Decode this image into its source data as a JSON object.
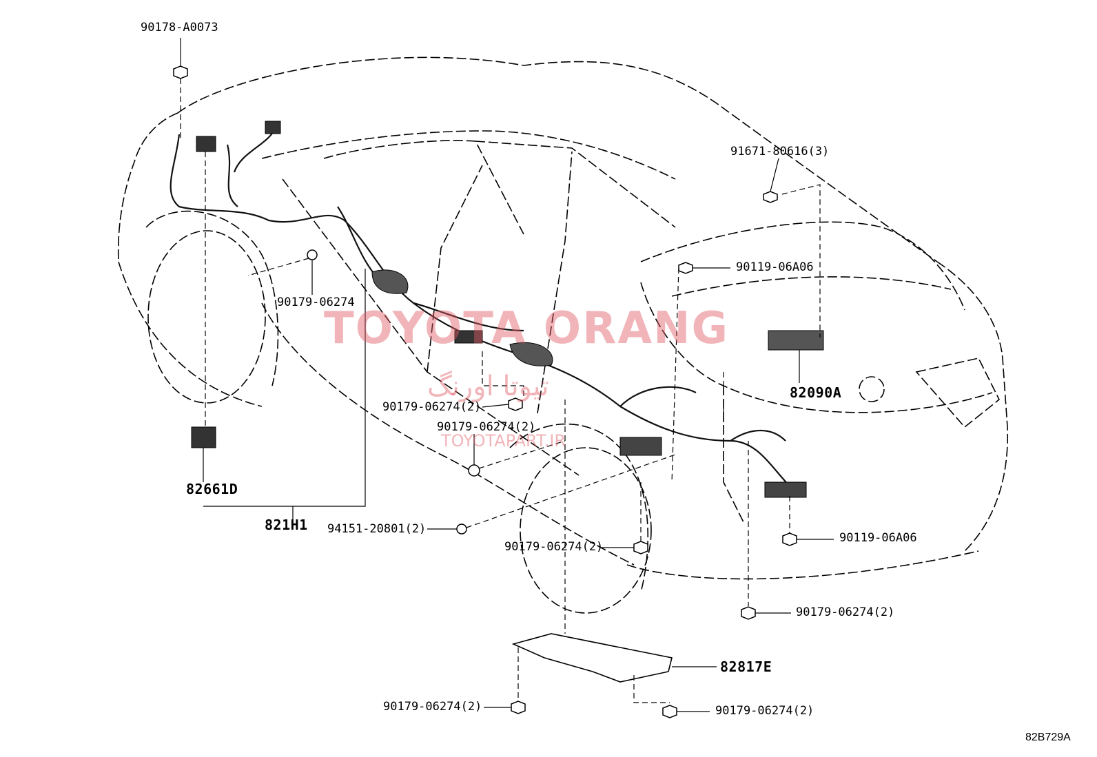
{
  "labels": {
    "p_90178_A0073": "90178-A0073",
    "p_91671": "91671-80616(3)",
    "p_90119_top": "90119-06A06",
    "p_90179_a": "90179-06274",
    "p_82090A": "82090A",
    "p_90179_b": "90179-06274(2)",
    "p_90179_c": "90179-06274(2)",
    "p_82661D": "82661D",
    "p_821H1": "821H1",
    "p_94151": "94151-20801(2)",
    "p_90179_d": "90179-06274(2)",
    "p_90119_bot": "90119-06A06",
    "p_90179_e": "90179-06274(2)",
    "p_82817E": "82817E",
    "p_90179_f": "90179-06274(2)",
    "p_90179_g": "90179-06274(2)"
  },
  "watermark": {
    "main": "TOYOTA ORANG",
    "persian": "تیوتا اورنگ",
    "site": "TOYOTAPART.IR",
    "color": "#e15a64"
  },
  "diagram_code": "82B729A"
}
